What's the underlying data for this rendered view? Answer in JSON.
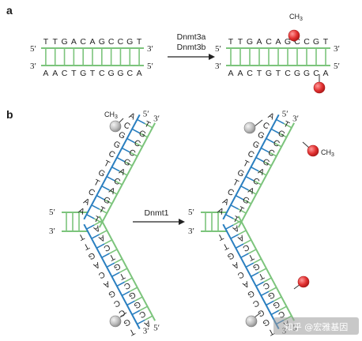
{
  "panels": {
    "a": {
      "label": "a",
      "enzyme_lines": [
        "Dnmt3a",
        "Dnmt3b"
      ],
      "top_sequence": "TTGACAGCCGT",
      "bottom_sequence": "AACTGTCGGCA",
      "ends": {
        "top_left": "5′",
        "top_right": "3′",
        "bottom_left": "3′",
        "bottom_right": "5′"
      },
      "methyl_label": "CH3"
    },
    "b": {
      "label": "b",
      "enzyme": "Dnmt1",
      "upper_arm_outer": "TTGACAGCCGT",
      "upper_arm_inner": "AACTGTCGGCA",
      "lower_arm_outer": "AACTGTCGGCA",
      "lower_arm_inner": "TTGACAGCCGT",
      "fork_ends": {
        "top": "5′",
        "bottom": "3′"
      },
      "arm_ends": {
        "upper_outer": "3′",
        "upper_inner": "5′",
        "lower_outer": "5′",
        "lower_inner": "3′"
      },
      "methyl_label": "CH3"
    }
  },
  "colors": {
    "old_strand": "#7cc47c",
    "new_strand": "#2a7fc0",
    "methyl_red": "#e23030",
    "unmethyl_grey": "#b8b8b8",
    "arrow": "#222222"
  },
  "watermark": "知乎 @宏雅基因"
}
